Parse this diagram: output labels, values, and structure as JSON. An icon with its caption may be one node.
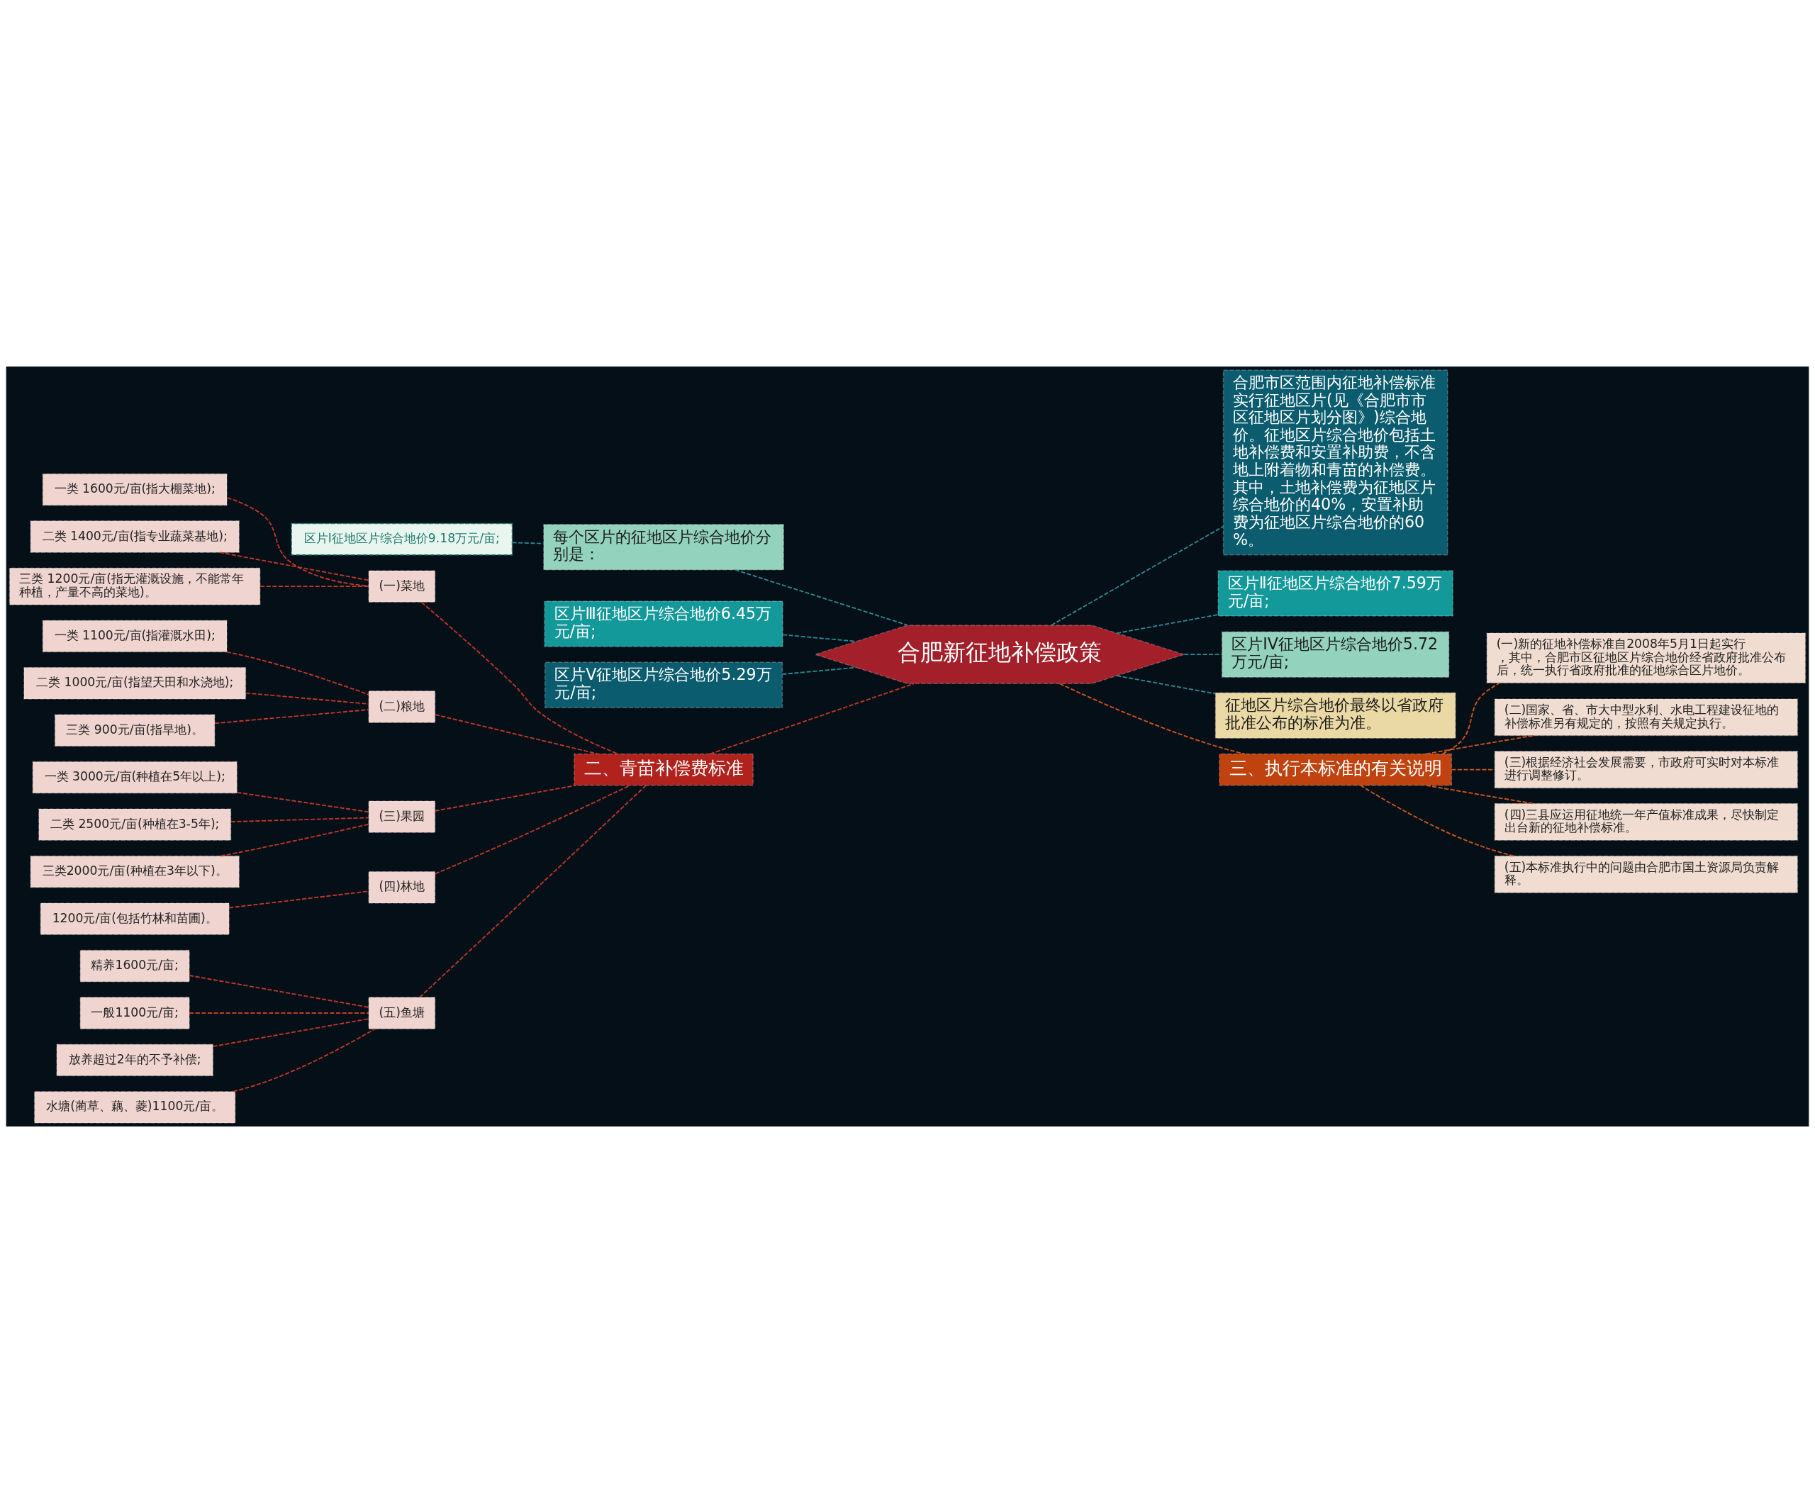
{
  "diagram": {
    "nodes": [
      {
        "text": [
          "合肥新征地补偿政策"
        ]
      },
      {
        "text": [
          "每个区片的征地区片综合地价分别是："
        ]
      },
      {
        "text": [
          "区片Ⅰ征地区片综合地价9.18万元/亩;"
        ]
      },
      {
        "text": [
          "区片Ⅲ征地区片综合地价6.45万元/亩;"
        ]
      },
      {
        "text": [
          "区片Ⅴ征地区片综合地价5.29万元/亩;"
        ]
      },
      {
        "text": [
          "二、青苗补偿费标准"
        ]
      },
      {
        "text": [
          "(一)菜地"
        ]
      },
      {
        "text": [
          "一类 1600元/亩(指大棚菜地);"
        ]
      },
      {
        "text": [
          "二类 1400元/亩(指专业蔬菜基地);"
        ]
      },
      {
        "text": [
          "三类 1200元/亩(指无灌溉设施，不能常年种植，产量不高的菜地)。"
        ]
      },
      {
        "text": [
          "(二)粮地"
        ]
      },
      {
        "text": [
          "一类 1100元/亩(指灌溉水田);"
        ]
      },
      {
        "text": [
          "二类 1000元/亩(指望天田和水浇地);"
        ]
      },
      {
        "text": [
          "三类 900元/亩(指旱地)。"
        ]
      },
      {
        "text": [
          "(三)果园"
        ]
      },
      {
        "text": [
          "一类 3000元/亩(种植在5年以上);"
        ]
      },
      {
        "text": [
          "二类 2500元/亩(种植在3-5年);"
        ]
      },
      {
        "text": [
          "三类2000元/亩(种植在3年以下)。"
        ]
      },
      {
        "text": [
          "(四)林地"
        ]
      },
      {
        "text": [
          "1200元/亩(包括竹林和苗圃)。"
        ]
      },
      {
        "text": [
          "(五)鱼塘"
        ]
      },
      {
        "text": [
          "精养1600元/亩;"
        ]
      },
      {
        "text": [
          "一般1100元/亩;"
        ]
      },
      {
        "text": [
          "放养超过2年的不予补偿;"
        ]
      },
      {
        "text": [
          "水塘(蔺草、藕、菱)1100元/亩。"
        ]
      },
      {
        "text": [
          "合肥市区范围内征地补偿标准实行征地区片(见《合肥市市区征地区片划分图》)综合地价。征地区片综合地价包括土地补偿费和安置补助费，不含地上附着物和青苗的补偿费。其中，土地补偿费为征地区片综合地价的40%，安置补助费为征地区片综合地价的60%。"
        ]
      },
      {
        "text": [
          "区片Ⅱ征地区片综合地价7.59万元/亩;"
        ]
      },
      {
        "text": [
          "区片IV征地区片综合地价5.72万元/亩;"
        ]
      },
      {
        "text": [
          "征地区片综合地价最终以省政府批准公布的标准为准。"
        ]
      },
      {
        "text": [
          "三、执行本标准的有关说明"
        ]
      },
      {
        "text": [
          "(一)新的征地补偿标准自2008年5月1日起实行，其中，合肥市区征地区片综合地价经省政府批准公布后，统一执行省政府批准的征地综合区片地价。"
        ]
      },
      {
        "text": [
          "(二)国家、省、市大中型水利、水电工程建设征地的补偿标准另有规定的，按照有关规定执行。"
        ]
      },
      {
        "text": [
          "(三)根据经济社会发展需要，市政府可实时对本标准进行调整修订。"
        ]
      },
      {
        "text": [
          "(四)三县应运用征地统一年产值标准成果，尽快制定出台新的征地补偿标准。"
        ]
      },
      {
        "text": [
          "(五)本标准执行中的问题由合肥市国土资源局负责解释。"
        ]
      }
    ],
    "edges": [
      {
        "from": 0,
        "to": 1,
        "arrow": "none",
        "color": "#2a8a8f"
      },
      {
        "from": 1,
        "to": 2,
        "arrow": "none",
        "color": "#2a8a8f"
      },
      {
        "from": 0,
        "to": 3,
        "arrow": "none",
        "color": "#2a8a8f"
      },
      {
        "from": 0,
        "to": 4,
        "arrow": "none",
        "color": "#2a8a8f"
      },
      {
        "from": 0,
        "to": 5,
        "arrow": "none"
      },
      {
        "from": 5,
        "to": 6,
        "arrow": "none"
      },
      {
        "from": 6,
        "to": 7,
        "arrow": "none"
      },
      {
        "from": 6,
        "to": 8,
        "arrow": "none"
      },
      {
        "from": 6,
        "to": 9,
        "arrow": "none"
      },
      {
        "from": 5,
        "to": 10,
        "arrow": "none"
      },
      {
        "from": 10,
        "to": 11,
        "arrow": "none"
      },
      {
        "from": 10,
        "to": 12,
        "arrow": "none"
      },
      {
        "from": 10,
        "to": 13,
        "arrow": "none"
      },
      {
        "from": 5,
        "to": 14,
        "arrow": "none"
      },
      {
        "from": 14,
        "to": 15,
        "arrow": "none"
      },
      {
        "from": 14,
        "to": 16,
        "arrow": "none"
      },
      {
        "from": 14,
        "to": 17,
        "arrow": "none"
      },
      {
        "from": 5,
        "to": 18,
        "arrow": "none"
      },
      {
        "from": 18,
        "to": 19,
        "arrow": "none"
      },
      {
        "from": 5,
        "to": 20,
        "arrow": "none"
      },
      {
        "from": 20,
        "to": 21,
        "arrow": "none"
      },
      {
        "from": 20,
        "to": 22,
        "arrow": "none"
      },
      {
        "from": 20,
        "to": 23,
        "arrow": "none"
      },
      {
        "from": 20,
        "to": 24,
        "arrow": "none"
      },
      {
        "from": 0,
        "to": 25,
        "arrow": "none",
        "color": "#2a8a8f"
      },
      {
        "from": 0,
        "to": 26,
        "arrow": "none",
        "color": "#2a8a8f"
      },
      {
        "from": 0,
        "to": 27,
        "arrow": "none",
        "color": "#2a8a8f"
      },
      {
        "from": 0,
        "to": 28,
        "arrow": "none",
        "color": "#2a8a8f"
      },
      {
        "from": 0,
        "to": 29,
        "arrow": "none",
        "color": "#d0561d"
      },
      {
        "from": 29,
        "to": 30,
        "arrow": "none",
        "color": "#d0561d"
      },
      {
        "from": 29,
        "to": 31,
        "arrow": "none",
        "color": "#d0561d"
      },
      {
        "from": 29,
        "to": 32,
        "arrow": "none",
        "color": "#d0561d"
      },
      {
        "from": 29,
        "to": 33,
        "arrow": "none",
        "color": "#d0561d"
      },
      {
        "from": 29,
        "to": 34,
        "arrow": "none",
        "color": "#d0561d"
      }
    ]
  }
}
